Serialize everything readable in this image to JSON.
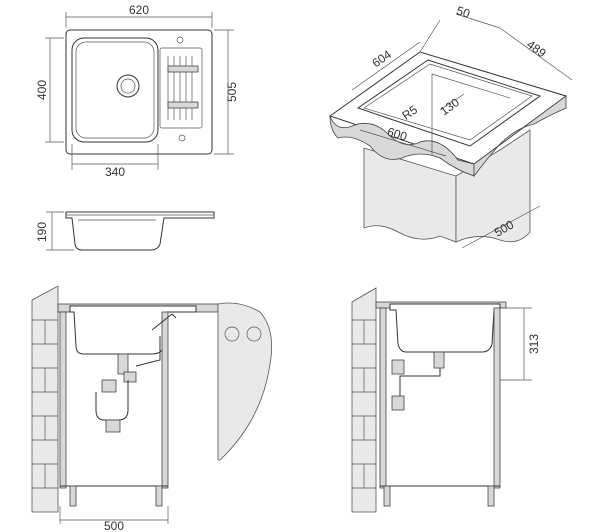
{
  "top_view": {
    "width_label": "620",
    "height_label": "400",
    "depth_label": "505",
    "bowl_width_label": "340"
  },
  "side_view": {
    "depth_label": "190"
  },
  "iso_view": {
    "dim_a": "50",
    "dim_b": "604",
    "dim_c": "489",
    "radius": "R5",
    "dim_d": "130",
    "dim_e": "600",
    "dim_f": "500"
  },
  "front_install": {
    "cabinet_width_label": "500"
  },
  "side_install": {
    "height_label": "313"
  }
}
